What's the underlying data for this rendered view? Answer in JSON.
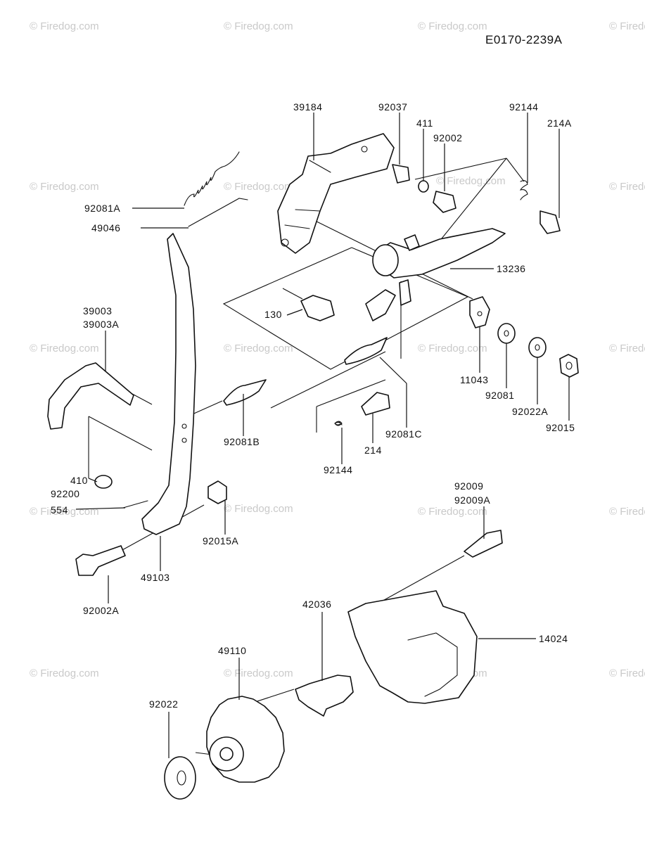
{
  "diagram_id": "E0170-2239A",
  "watermark": "© Firedog.com",
  "labels": {
    "p39184": "39184",
    "p92037": "92037",
    "p411": "411",
    "p92002": "92002",
    "p92144_top": "92144",
    "p214A": "214A",
    "p92081A": "92081A",
    "p49046": "49046",
    "p13236": "13236",
    "p130": "130",
    "p39003": "39003",
    "p39003A": "39003A",
    "p11043": "11043",
    "p92081": "92081",
    "p92022A": "92022A",
    "p92015": "92015",
    "p92081B": "92081B",
    "p92081C": "92081C",
    "p214": "214",
    "p92144_mid": "92144",
    "p410": "410",
    "p92200": "92200",
    "p554": "554",
    "p92015A": "92015A",
    "p49103": "49103",
    "p92002A": "92002A",
    "p92009": "92009",
    "p92009A": "92009A",
    "p42036": "42036",
    "p14024": "14024",
    "p49110": "49110",
    "p92022": "92022"
  }
}
